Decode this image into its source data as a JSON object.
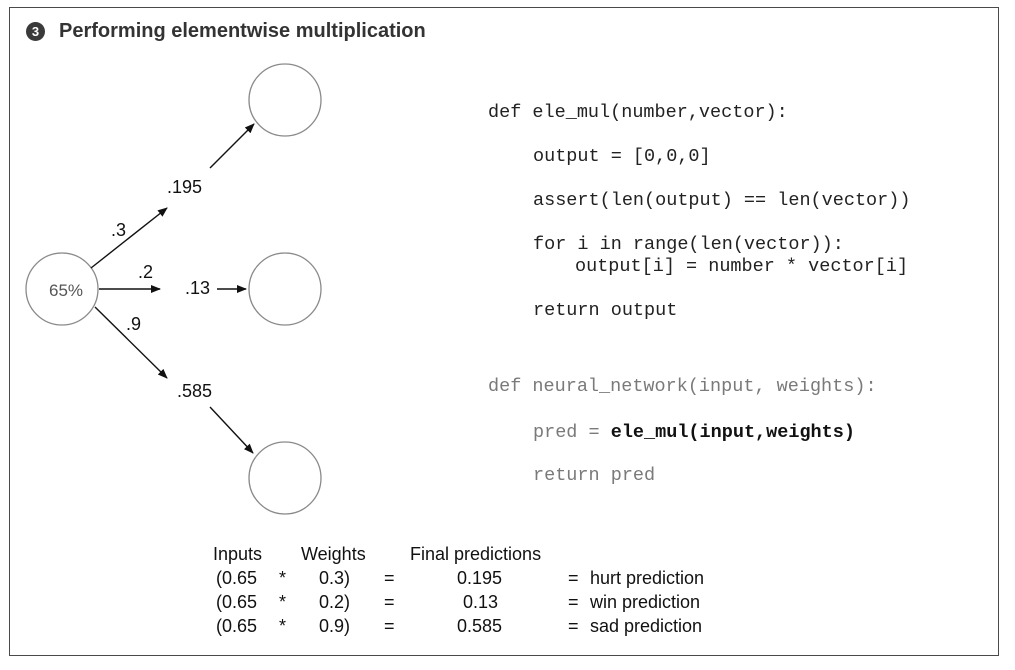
{
  "header": {
    "step": "3",
    "title": "Performing elementwise multiplication"
  },
  "network": {
    "input": "65%",
    "weights": [
      ".3",
      ".2",
      ".9"
    ],
    "products": [
      ".195",
      ".13",
      ".585"
    ]
  },
  "code": {
    "lines": [
      "def ele_mul(number,vector):",
      "output = [0,0,0]",
      "assert(len(output) == len(vector))",
      "for i in range(len(vector)):",
      "output[i] = number * vector[i]",
      "return output",
      "def neural_network(input, weights):",
      "pred = ",
      "ele_mul(input,weights)",
      "return pred"
    ]
  },
  "table": {
    "headers": [
      "Inputs",
      "Weights",
      "Final predictions"
    ],
    "rows": [
      {
        "input": "(0.65",
        "op": "*",
        "weight": "0.3)",
        "eq": "=",
        "result": "0.195",
        "eq2": "=",
        "label": "hurt prediction"
      },
      {
        "input": "(0.65",
        "op": "*",
        "weight": "0.2)",
        "eq": "=",
        "result": "0.13",
        "eq2": "=",
        "label": "win prediction"
      },
      {
        "input": "(0.65",
        "op": "*",
        "weight": "0.9)",
        "eq": "=",
        "result": "0.585",
        "eq2": "=",
        "label": "sad prediction"
      }
    ]
  }
}
